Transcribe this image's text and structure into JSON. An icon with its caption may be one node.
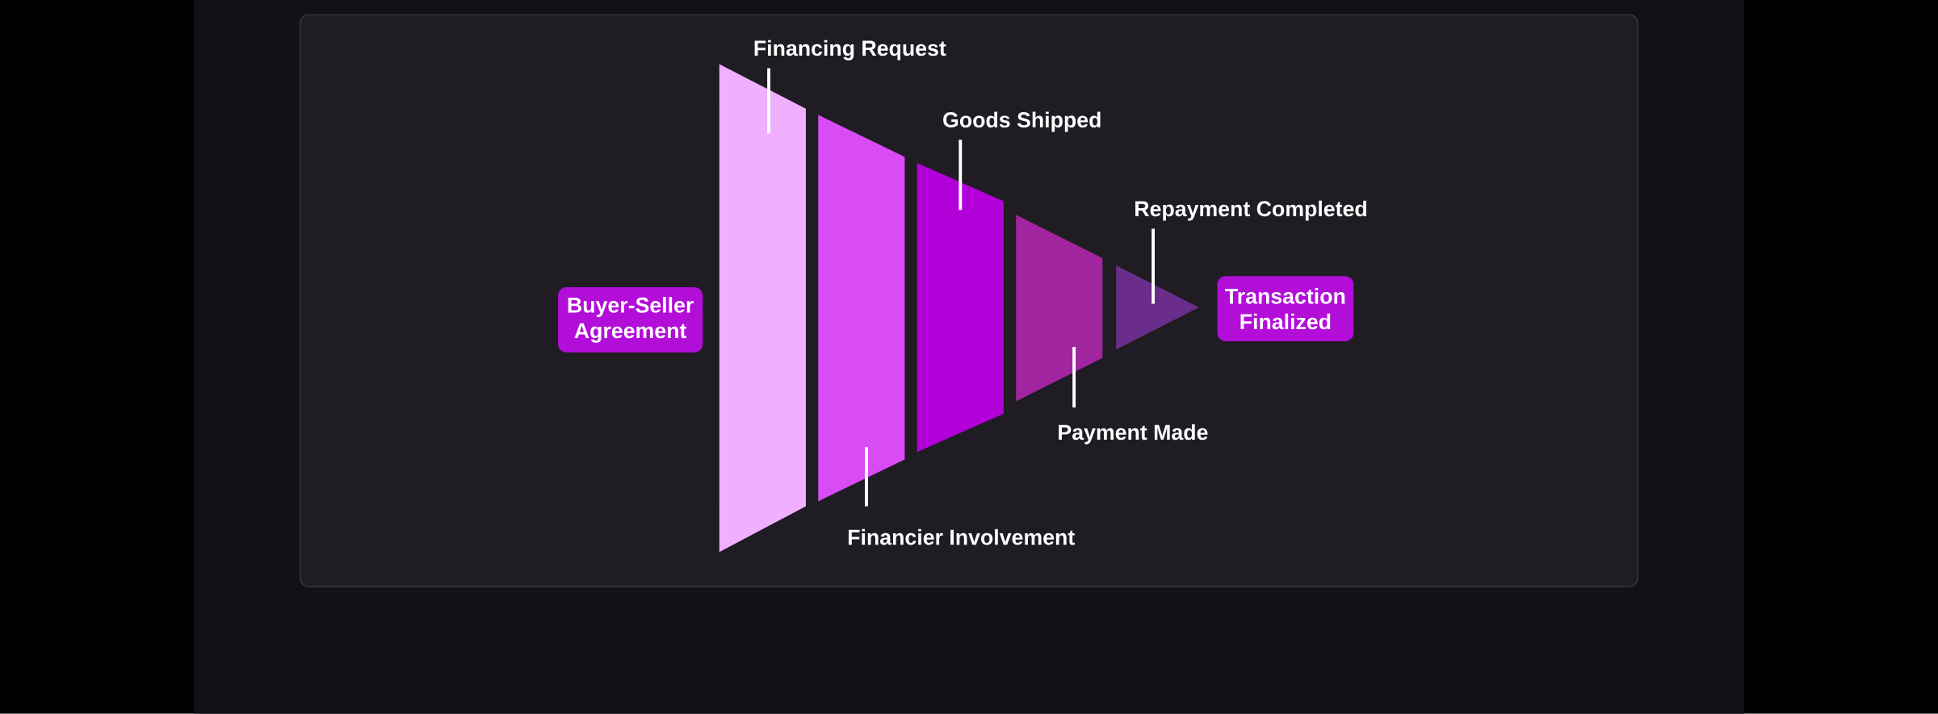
{
  "diagram": {
    "nodes": [
      {
        "text": [
          "Buyer-Seller Agreement"
        ]
      },
      {
        "text": [],
        "shape": "trapezoid"
      },
      {
        "text": [],
        "shape": "trapezoid"
      },
      {
        "text": [],
        "shape": "trapezoid"
      },
      {
        "text": [],
        "shape": "trapezoid"
      },
      {
        "text": [],
        "shape": "triangle"
      },
      {
        "text": [
          "Transaction Finalized"
        ]
      },
      {
        "text": [
          "Financing Request"
        ]
      },
      {
        "text": [
          "Financier Involvement"
        ]
      },
      {
        "text": [
          "Goods Shipped"
        ]
      },
      {
        "text": [
          "Payment Made"
        ]
      },
      {
        "text": [
          "Repayment Completed"
        ]
      }
    ],
    "edges": [
      {
        "from": 7,
        "to": 1,
        "arrow": "none"
      },
      {
        "from": 8,
        "to": 2,
        "arrow": "none"
      },
      {
        "from": 9,
        "to": 3,
        "arrow": "none"
      },
      {
        "from": 10,
        "to": 4,
        "arrow": "none"
      },
      {
        "from": 11,
        "to": 5,
        "arrow": "none"
      }
    ]
  }
}
